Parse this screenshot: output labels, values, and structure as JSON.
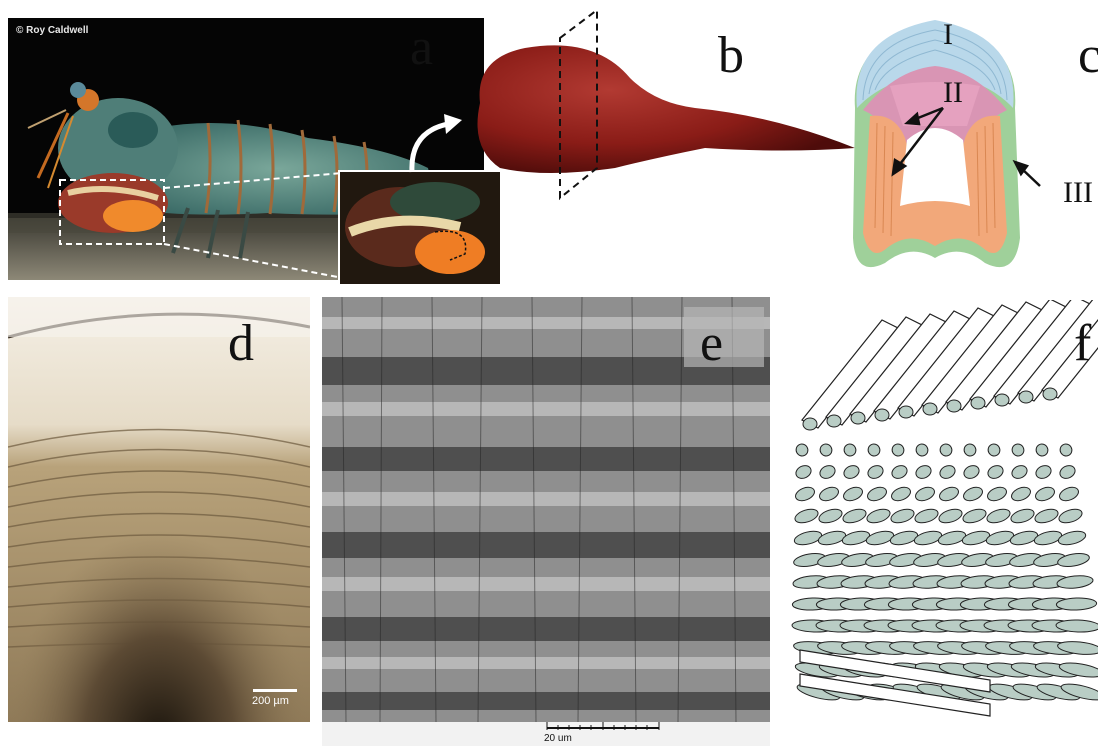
{
  "panels": {
    "a": {
      "label": "a",
      "credit": "© Roy Caldwell"
    },
    "b": {
      "label": "b"
    },
    "c": {
      "label": "c",
      "regions": [
        "I",
        "II",
        "III"
      ]
    },
    "d": {
      "label": "d",
      "scale_bar": "200 µm"
    },
    "e": {
      "label": "e",
      "scale_bar": "20 um"
    },
    "f": {
      "label": "f"
    }
  },
  "colors": {
    "club_red": "#8a1c17",
    "region_I": "#b9d8ea",
    "region_II": "#d995b4",
    "region_III": "#9fd09a",
    "region_core": "#f2a87a",
    "fiber_end": "#b9cdc5"
  }
}
